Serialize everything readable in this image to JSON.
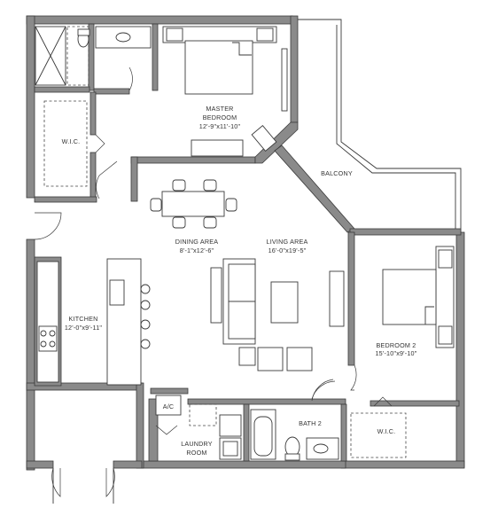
{
  "rooms": {
    "master_bedroom": {
      "name": "MASTER BEDROOM",
      "line1": "MASTER",
      "line2": "BEDROOM",
      "dims": "12'-9\"x11'-10\""
    },
    "wic_master": {
      "name": "W.I.C."
    },
    "balcony": {
      "name": "BALCONY"
    },
    "dining_area": {
      "name": "DINING AREA",
      "dims": "8'-1\"x12'-6\""
    },
    "living_area": {
      "name": "LIVING AREA",
      "dims": "16'-0\"x19'-5\""
    },
    "kitchen": {
      "name": "KITCHEN",
      "dims": "12'-0\"x9'-11\""
    },
    "bedroom_2": {
      "name": "BEDROOM 2",
      "dims": "15'-10\"x9'-10\""
    },
    "ac": {
      "name": "A/C"
    },
    "laundry_room": {
      "name": "LAUNDRY ROOM",
      "line1": "LAUNDRY",
      "line2": "ROOM"
    },
    "bath_2": {
      "name": "BATH 2"
    },
    "wic_bedroom2": {
      "name": "W.I.C."
    }
  },
  "colors": {
    "wall_fill": "#8a8a8a",
    "wall_stroke": "#3a3a3a",
    "background": "#ffffff"
  }
}
